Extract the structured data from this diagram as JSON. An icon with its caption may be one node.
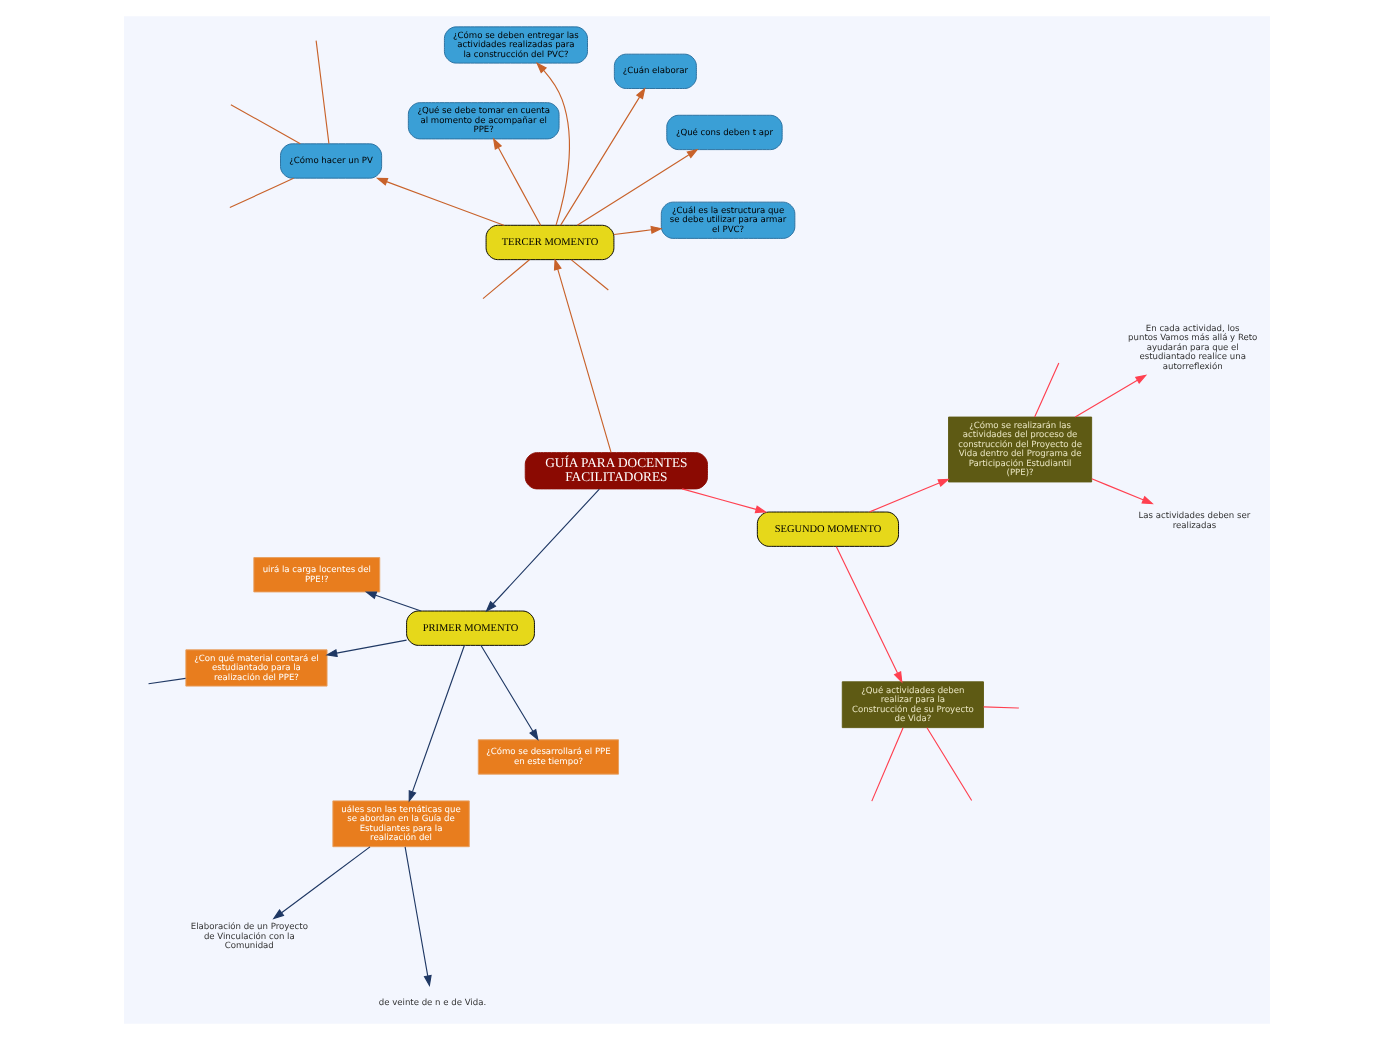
{
  "diagram": {
    "nodes": [
      {
        "text": [
          "GUÍA PARA DOCENTES FACILITADORES"
        ]
      },
      {
        "text": [
          "PRIMER MOMENTO"
        ]
      },
      {
        "text": [
          "¿Cómo se desarrollará el PPE en este tiempo?"
        ]
      },
      {
        "text": [
          "¿Con qué material contará el estudiantado para la realización del PPE?"
        ]
      },
      {
        "text": [
          "uirá la carga locentes del PPE!?"
        ]
      },
      {
        "text": [
          "uáles son las temáticas que se abordan en la Guía de Estudiantes para la realización del"
        ]
      },
      {
        "text": [
          "de veinte de n e de Vida."
        ]
      },
      {
        "text": [
          "Elaboración de un Proyecto de Vinculación con la Comunidad"
        ]
      },
      {
        "text": [
          "SEGUNDO MOMENTO"
        ]
      },
      {
        "text": [
          "¿Cómo se realizarán las actividades del proceso de construcción del Proyecto de Vida dentro del Programa de Participación Estudiantil (PPE)?"
        ]
      },
      {
        "text": [
          "Las actividades deben ser realizadas"
        ]
      },
      {
        "text": [
          "En cada actividad, los puntos Vamos más allá y Reto ayudarán para que el estudiantado realice una autorreflexión"
        ]
      },
      {
        "text": [
          "¿Qué actividades deben realizar para la Construcción de su Proyecto de Vida?"
        ]
      },
      {
        "text": [
          "TERCER MOMENTO"
        ]
      },
      {
        "text": [
          "¿Cuál es la estructura que se debe utilizar para armar el PVC?"
        ]
      },
      {
        "text": [
          "¿Cómo se deben entregar las actividades realizadas para la construcción del PVC?"
        ]
      },
      {
        "text": [
          "¿Cuán elaborar"
        ]
      },
      {
        "text": [
          "¿Qué se debe tomar en cuenta al momento de acompañar el PPE?"
        ]
      },
      {
        "text": [
          "¿Qué cons deben t apr"
        ]
      },
      {
        "text": [
          "¿Cómo hacer un PV"
        ]
      }
    ],
    "edges": [
      {
        "from": 0,
        "to": 1,
        "arrow": "to",
        "color": "#1f3864"
      },
      {
        "from": 0,
        "to": 8,
        "arrow": "to",
        "color": "#ff4050"
      },
      {
        "from": 0,
        "to": 13,
        "arrow": "to",
        "color": "#c8622a"
      },
      {
        "from": 1,
        "to": 2,
        "arrow": "to",
        "color": "#1f3864"
      },
      {
        "from": 1,
        "to": 3,
        "arrow": "to",
        "color": "#1f3864"
      },
      {
        "from": 1,
        "to": 4,
        "arrow": "to",
        "color": "#1f3864"
      },
      {
        "from": 1,
        "to": 5,
        "arrow": "to",
        "color": "#1f3864"
      },
      {
        "from": 3,
        "to": null,
        "arrow": "none",
        "color": "#1f3864"
      },
      {
        "from": 5,
        "to": 6,
        "arrow": "to",
        "color": "#1f3864"
      },
      {
        "from": 5,
        "to": 7,
        "arrow": "to",
        "color": "#1f3864"
      },
      {
        "from": 8,
        "to": 9,
        "arrow": "to",
        "color": "#ff4050"
      },
      {
        "from": 8,
        "to": 12,
        "arrow": "to",
        "color": "#ff4050"
      },
      {
        "from": 9,
        "to": 10,
        "arrow": "to",
        "color": "#ff4050"
      },
      {
        "from": 9,
        "to": null,
        "arrow": "none",
        "color": "#ff4050"
      },
      {
        "from": 9,
        "to": 11,
        "arrow": "to",
        "color": "#ff4050"
      },
      {
        "from": 12,
        "to": null,
        "arrow": "none",
        "color": "#ff4050"
      },
      {
        "from": 12,
        "to": null,
        "arrow": "none",
        "color": "#ff4050"
      },
      {
        "from": 12,
        "to": null,
        "arrow": "none",
        "color": "#ff4050"
      },
      {
        "from": 13,
        "to": 14,
        "arrow": "to",
        "color": "#c8622a"
      },
      {
        "from": 13,
        "to": 15,
        "arrow": "to",
        "color": "#c8622a"
      },
      {
        "from": 13,
        "to": 16,
        "arrow": "to",
        "color": "#c8622a"
      },
      {
        "from": 13,
        "to": null,
        "arrow": "none",
        "color": "#c8622a"
      },
      {
        "from": 13,
        "to": null,
        "arrow": "none",
        "color": "#c8622a"
      },
      {
        "from": 13,
        "to": 17,
        "arrow": "to",
        "color": "#c8622a"
      },
      {
        "from": 13,
        "to": 18,
        "arrow": "to",
        "color": "#c8622a"
      },
      {
        "from": 13,
        "to": 19,
        "arrow": "to",
        "color": "#c8622a"
      },
      {
        "from": 19,
        "to": null,
        "arrow": "none",
        "color": "#c8622a"
      },
      {
        "from": 19,
        "to": null,
        "arrow": "none",
        "color": "#c8622a"
      },
      {
        "from": 19,
        "to": null,
        "arrow": "none",
        "color": "#c8622a"
      }
    ]
  }
}
